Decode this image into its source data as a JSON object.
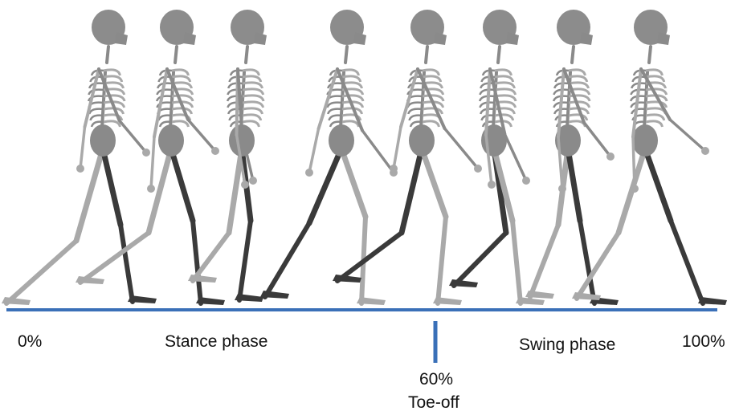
{
  "colors": {
    "timeline": "#3a70b8",
    "bone_light": "#a9a9a9",
    "bone_mid": "#8a8a8a",
    "bone_dark": "#3a3a3a",
    "skull": "#8c8c8c",
    "text": "#111111"
  },
  "timeline": {
    "start_label": "0%",
    "end_label": "100%",
    "toe_off_percent": 60,
    "toe_off_percent_label": "60%",
    "toe_off_label": "Toe-off"
  },
  "phases": {
    "stance": "Stance phase",
    "swing": "Swing phase"
  },
  "figures": [
    {
      "name": "skeleton-frame-1"
    },
    {
      "name": "skeleton-frame-2"
    },
    {
      "name": "skeleton-frame-3"
    },
    {
      "name": "skeleton-frame-4"
    },
    {
      "name": "skeleton-frame-5"
    },
    {
      "name": "skeleton-frame-6"
    },
    {
      "name": "skeleton-frame-7"
    },
    {
      "name": "skeleton-frame-8"
    }
  ]
}
